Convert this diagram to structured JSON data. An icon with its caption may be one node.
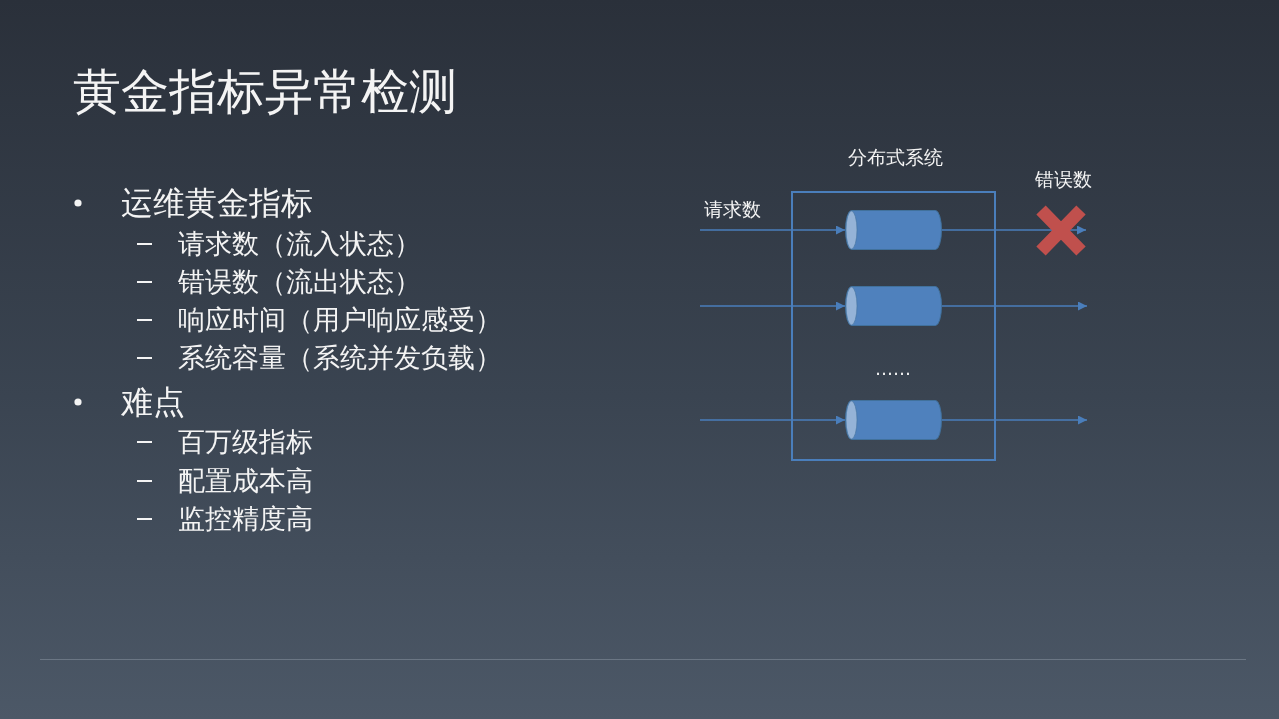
{
  "diagram": {
    "title": "黄金指标异常检测",
    "nodes": [
      {
        "text": [
          "分布式系统"
        ]
      },
      {
        "text": [],
        "shape": "cylinder",
        "in": 0
      },
      {
        "text": [],
        "shape": "cylinder",
        "in": 0
      },
      {
        "text": [],
        "shape": "cylinder",
        "in": 0
      },
      {
        "text": [],
        "shape": "cross",
        "beside": [
          "错误数"
        ]
      }
    ],
    "edges": [
      {
        "from": null,
        "to": 1,
        "arrow": "to",
        "label": "请求数"
      },
      {
        "from": 1,
        "to": 4,
        "arrow": "to"
      },
      {
        "from": null,
        "to": 2,
        "arrow": "to"
      },
      {
        "from": 2,
        "to": null,
        "arrow": "to"
      },
      {
        "from": null,
        "to": 3,
        "arrow": "to"
      },
      {
        "from": 3,
        "to": null,
        "arrow": "to"
      }
    ],
    "labels": [
      "运维黄金指标",
      "请求数（流入状态）",
      "错误数（流出状态）",
      "响应时间（用户响应感受）",
      "系统容量（系统并发负载）",
      "难点",
      "百万级指标",
      "配置成本高",
      "监控精度高",
      "……"
    ]
  }
}
